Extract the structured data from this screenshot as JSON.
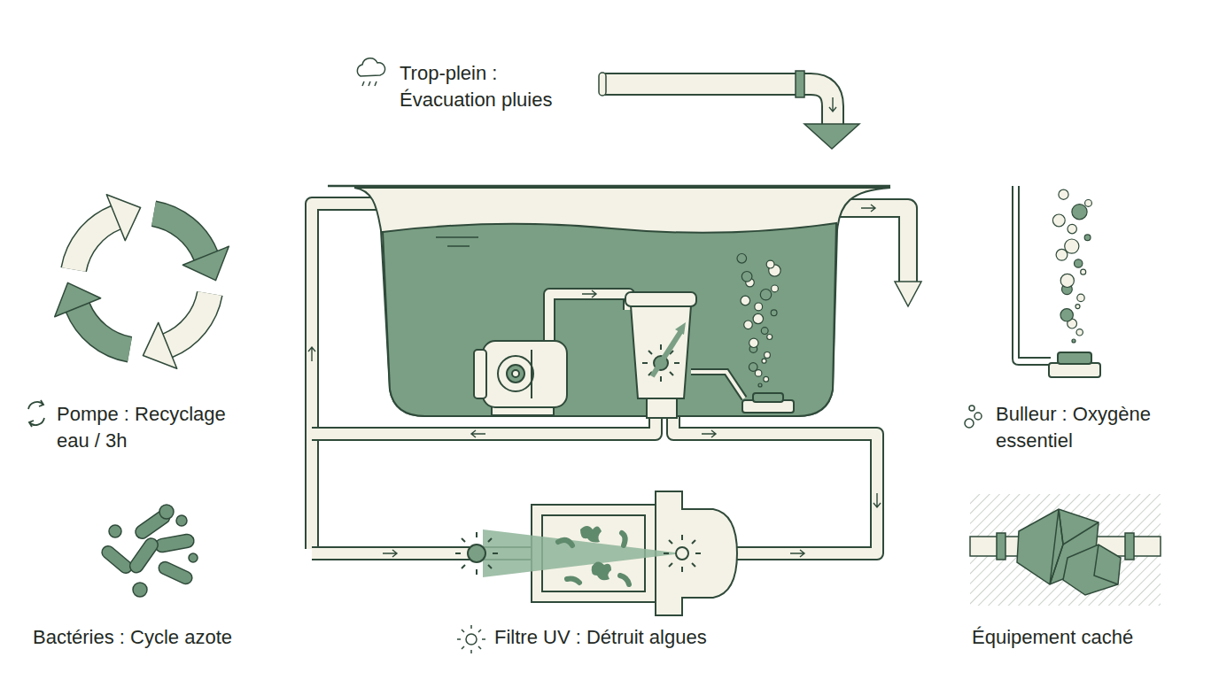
{
  "diagram": {
    "labels": [
      "Trop-plein : Évacuation pluies",
      "Pompe : Recyclage eau / 3h",
      "Bactéries : Cycle azote",
      "Filtre UV : Détruit algues",
      "Bulleur : Oxygène essentiel",
      "Équipement caché"
    ]
  }
}
